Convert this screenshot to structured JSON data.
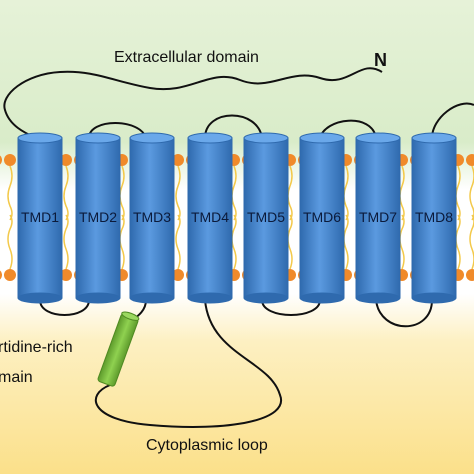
{
  "labels": {
    "extracellular": "Extracellular domain",
    "n_terminus": "N",
    "histidine_line1": "rtidine-rich",
    "histidine_line2": "main",
    "cytoplasmic_loop": "Cytoplasmic loop"
  },
  "tmds": [
    "TMD1",
    "TMD2",
    "TMD3",
    "TMD4",
    "TMD5",
    "TMD6",
    "TMD7",
    "TMD8"
  ],
  "colors": {
    "extracellular_bg": "#e1f0d2",
    "cytoplasm_bg": "#fde9a6",
    "helix": "#4a86d0",
    "helix_dark": "#2f6aae",
    "lipid_head": "#f08a2a",
    "lipid_tail": "#f3c94a",
    "histidine_cylinder": "#7fc241"
  }
}
